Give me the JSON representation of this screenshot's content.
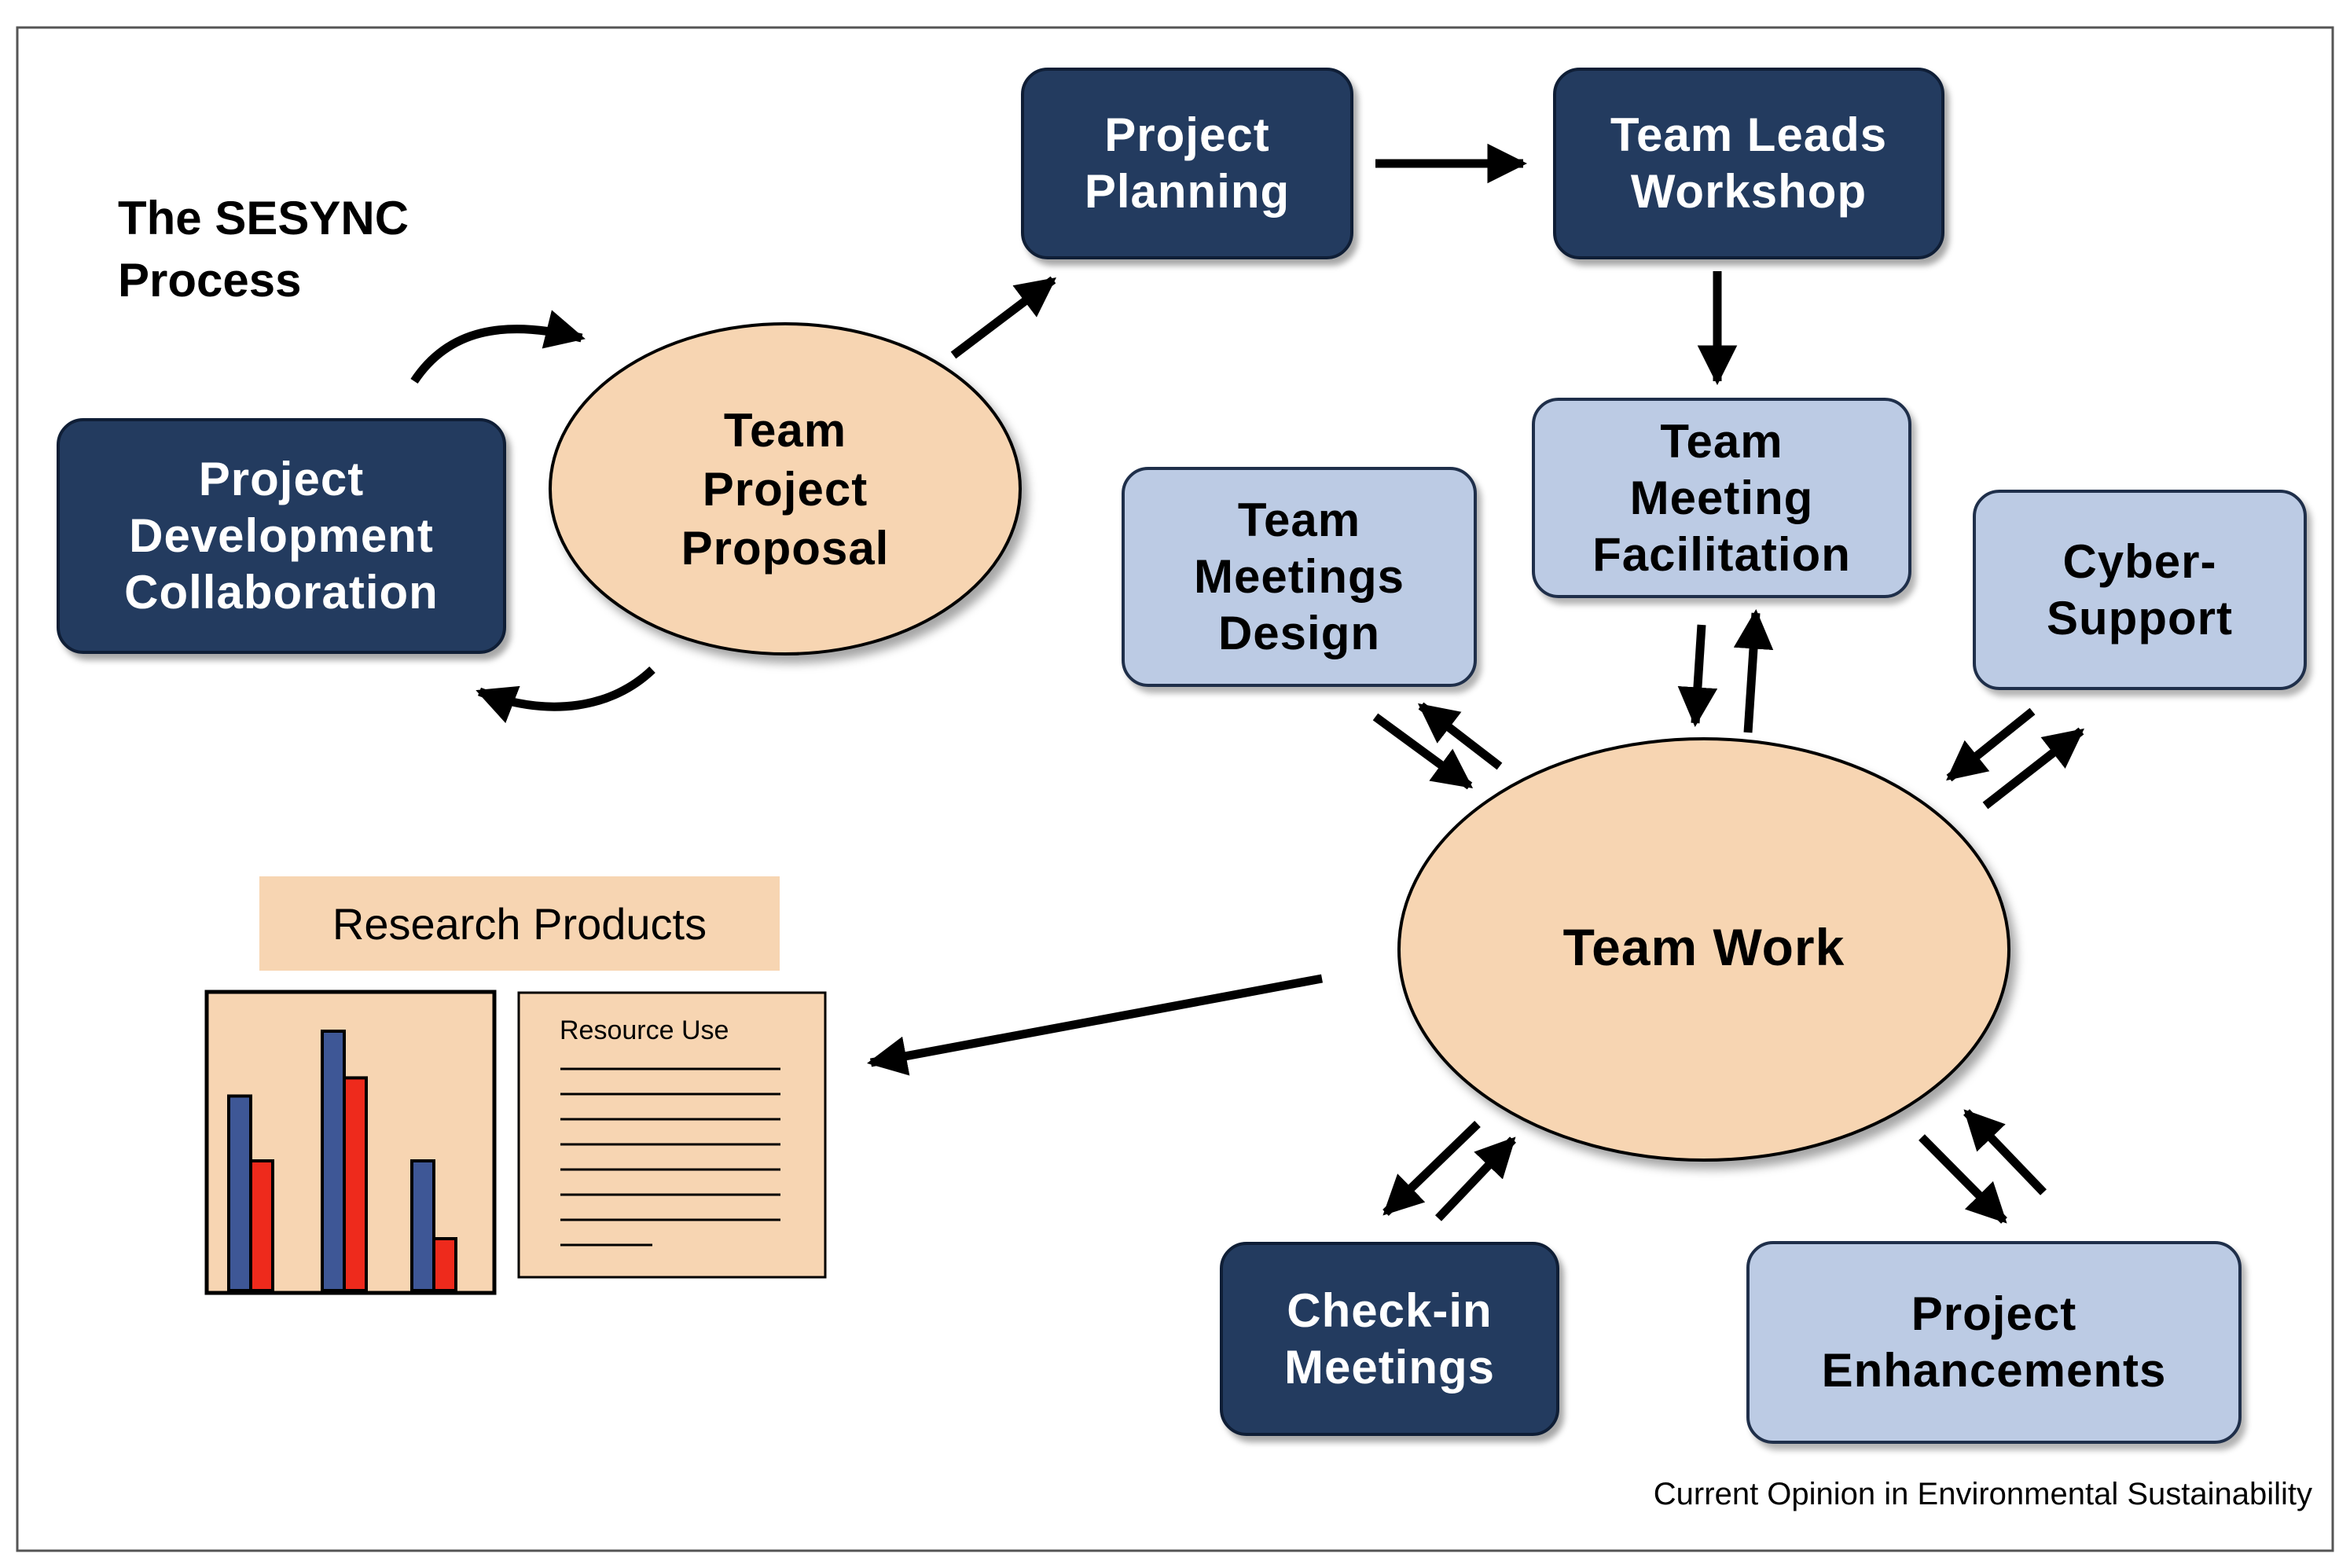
{
  "title": "The SESYNC\nProcess",
  "nodes": {
    "project_planning": "Project\nPlanning",
    "team_leads_workshop": "Team Leads\nWorkshop",
    "project_development_collaboration": "Project\nDevelopment\nCollaboration",
    "team_project_proposal": "Team\nProject\nProposal",
    "team_meetings_design": "Team\nMeetings\nDesign",
    "team_meeting_facilitation": "Team\nMeeting\nFacilitation",
    "cyber_support": "Cyber-\nSupport",
    "team_work": "Team Work",
    "check_in_meetings": "Check-in\nMeetings",
    "project_enhancements": "Project\nEnhancements"
  },
  "research_products": {
    "label": "Research Products",
    "document_title": "Resource Use",
    "bar_chart": {
      "groups": [
        {
          "blue": 0.75,
          "red": 0.5
        },
        {
          "blue": 1.0,
          "red": 0.82
        },
        {
          "blue": 0.5,
          "red": 0.2
        }
      ]
    }
  },
  "source": "Current Opinion in Environmental Sustainability",
  "colors": {
    "dark_box": "#233b5f",
    "light_box": "#bccbe4",
    "ellipse": "#f7d5b2",
    "blue_bar": "#3e5796",
    "red_bar": "#ee2a1c"
  }
}
